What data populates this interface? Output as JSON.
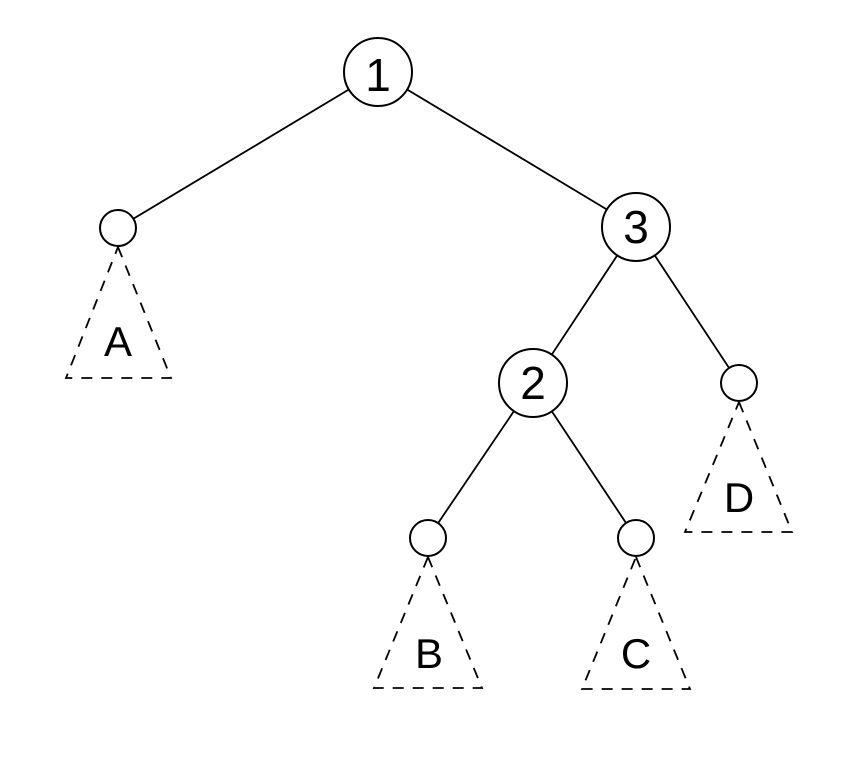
{
  "colors": {
    "background": "#ffffff",
    "stroke": "#000000",
    "text": "#000000"
  },
  "tree": {
    "internal_nodes": [
      {
        "label": "1"
      },
      {
        "label": "2"
      },
      {
        "label": "3"
      }
    ],
    "empty_leaf_circles": 4,
    "subtrees": [
      {
        "label": "A"
      },
      {
        "label": "B"
      },
      {
        "label": "C"
      },
      {
        "label": "D"
      }
    ],
    "edges": [
      {
        "from": "1",
        "to": "subtree A"
      },
      {
        "from": "1",
        "to": "3"
      },
      {
        "from": "3",
        "to": "2"
      },
      {
        "from": "3",
        "to": "subtree D"
      },
      {
        "from": "2",
        "to": "subtree B"
      },
      {
        "from": "2",
        "to": "subtree C"
      }
    ]
  }
}
